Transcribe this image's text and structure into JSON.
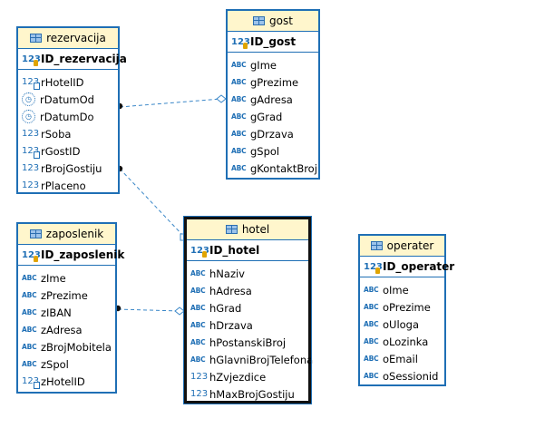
{
  "entities": {
    "rezervacija": {
      "title": "rezervacija",
      "pk": {
        "type": "number",
        "name": "ID_rezervacija"
      },
      "columns": [
        {
          "type": "fk",
          "name": "rHotelID"
        },
        {
          "type": "date",
          "name": "rDatumOd"
        },
        {
          "type": "date",
          "name": "rDatumDo"
        },
        {
          "type": "number",
          "name": "rSoba"
        },
        {
          "type": "fk",
          "name": "rGostID"
        },
        {
          "type": "number",
          "name": "rBrojGostiju"
        },
        {
          "type": "number",
          "name": "rPlaceno"
        }
      ]
    },
    "gost": {
      "title": "gost",
      "pk": {
        "type": "number",
        "name": "ID_gost"
      },
      "columns": [
        {
          "type": "text",
          "name": "gIme"
        },
        {
          "type": "text",
          "name": "gPrezime"
        },
        {
          "type": "text",
          "name": "gAdresa"
        },
        {
          "type": "text",
          "name": "gGrad"
        },
        {
          "type": "text",
          "name": "gDrzava"
        },
        {
          "type": "text",
          "name": "gSpol"
        },
        {
          "type": "text",
          "name": "gKontaktBroj"
        }
      ]
    },
    "zaposlenik": {
      "title": "zaposlenik",
      "pk": {
        "type": "number",
        "name": "ID_zaposlenik"
      },
      "columns": [
        {
          "type": "text",
          "name": "zIme"
        },
        {
          "type": "text",
          "name": "zPrezime"
        },
        {
          "type": "text",
          "name": "zIBAN"
        },
        {
          "type": "text",
          "name": "zAdresa"
        },
        {
          "type": "text",
          "name": "zBrojMobitela"
        },
        {
          "type": "text",
          "name": "zSpol"
        },
        {
          "type": "fk",
          "name": "zHotelID"
        }
      ]
    },
    "hotel": {
      "title": "hotel",
      "pk": {
        "type": "number",
        "name": "ID_hotel"
      },
      "columns": [
        {
          "type": "text",
          "name": "hNaziv"
        },
        {
          "type": "text",
          "name": "hAdresa"
        },
        {
          "type": "text",
          "name": "hGrad"
        },
        {
          "type": "text",
          "name": "hDrzava"
        },
        {
          "type": "text",
          "name": "hPostanskiBroj"
        },
        {
          "type": "text",
          "name": "hGlavniBrojTelefona"
        },
        {
          "type": "number",
          "name": "hZvjezdice"
        },
        {
          "type": "number",
          "name": "hMaxBrojGostiju"
        }
      ]
    },
    "operater": {
      "title": "operater",
      "pk": {
        "type": "number",
        "name": "ID_operater"
      },
      "columns": [
        {
          "type": "text",
          "name": "oIme"
        },
        {
          "type": "text",
          "name": "oPrezime"
        },
        {
          "type": "text",
          "name": "oUloga"
        },
        {
          "type": "text",
          "name": "oLozinka"
        },
        {
          "type": "text",
          "name": "oEmail"
        },
        {
          "type": "text",
          "name": "oSessionid"
        }
      ]
    }
  },
  "type_icons": {
    "number": {
      "icon": "numeric-123-icon",
      "glyph": "123"
    },
    "text": {
      "icon": "abc-text-icon",
      "glyph": "ABC"
    },
    "date": {
      "icon": "clock-icon",
      "glyph": "◷"
    },
    "fk": {
      "icon": "foreign-key-icon",
      "glyph": "123"
    }
  },
  "relations": [
    {
      "from": "rezervacija",
      "to": "gost"
    },
    {
      "from": "rezervacija",
      "to": "hotel"
    },
    {
      "from": "zaposlenik",
      "to": "hotel"
    }
  ],
  "colors": {
    "border": "#1f6fb5",
    "header": "#fff6cc",
    "selected_border": "#111111",
    "link": "#3a87c8"
  }
}
